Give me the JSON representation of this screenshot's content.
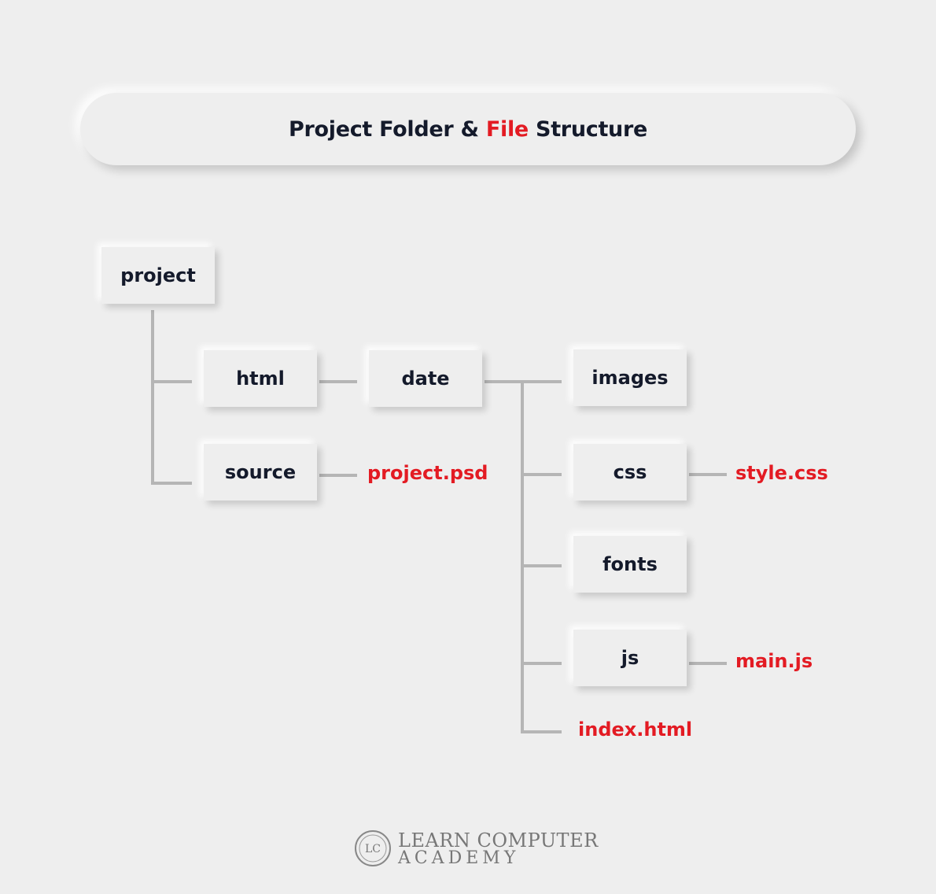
{
  "title": {
    "part1": "Project Folder & ",
    "part2": "File",
    "part3": " Structure"
  },
  "folders": {
    "project": "project",
    "html": "html",
    "source": "source",
    "date": "date",
    "images": "images",
    "css": "css",
    "fonts": "fonts",
    "js": "js"
  },
  "files": {
    "project_psd": "project.psd",
    "style_css": "style.css",
    "main_js": "main.js",
    "index_html": "index.html"
  },
  "logo": {
    "mark": "LC",
    "line1": "LEARN COMPUTER",
    "line2": "ACADEMY"
  },
  "colors": {
    "background": "#eeeeee",
    "folder_text": "#141a2b",
    "file_text": "#e31b23",
    "connector": "#b5b5b5"
  }
}
